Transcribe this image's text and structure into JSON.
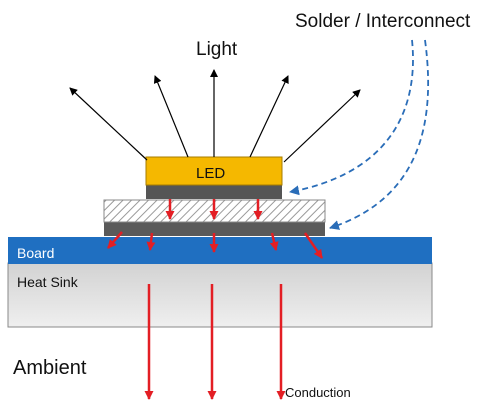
{
  "labels": {
    "light": "Light",
    "solder": "Solder / Interconnect",
    "led": "LED",
    "board": "Board",
    "heat_sink": "Heat Sink",
    "ambient": "Ambient",
    "conduction": "Conduction"
  },
  "colors": {
    "led": "#f5b800",
    "die_attach": "#555555",
    "solder_hatch": "#bbbbbb",
    "interconnect": "#5a5a5a",
    "board": "#1f6fc1",
    "heat_sink_top": "#d2d2d2",
    "heat_sink_bottom": "#eeeeee",
    "heat_arrow": "#e31e24",
    "solder_arrow": "#2a6db8",
    "light_arrow": "#000000"
  }
}
